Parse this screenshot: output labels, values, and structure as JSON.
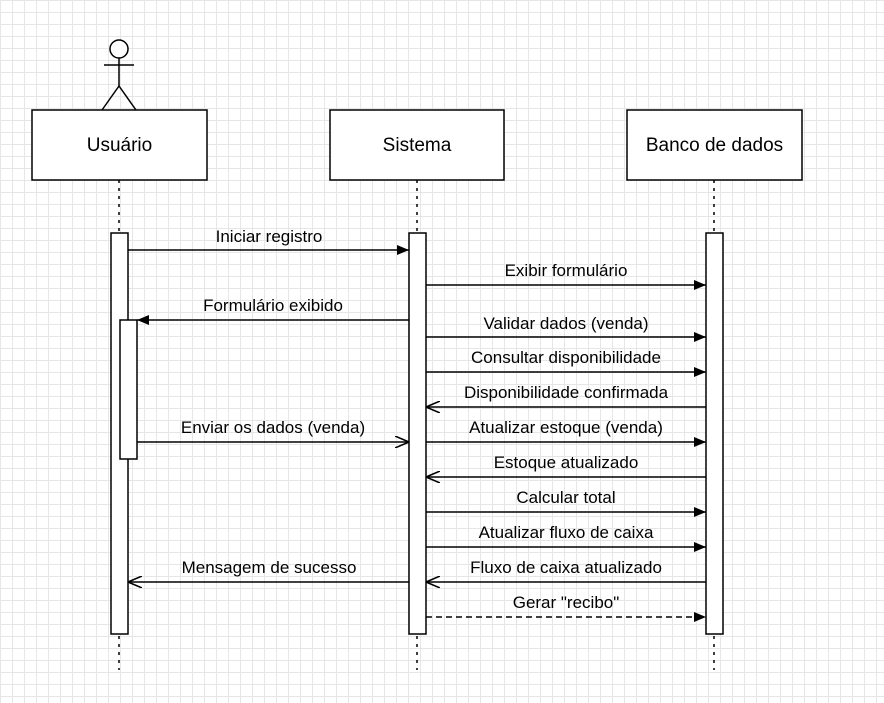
{
  "participants": [
    {
      "id": "usuario",
      "label": "Usuário",
      "actor": true
    },
    {
      "id": "sistema",
      "label": "Sistema",
      "actor": false
    },
    {
      "id": "banco",
      "label": "Banco de dados",
      "actor": false
    }
  ],
  "messages": [
    {
      "from": "usuario",
      "to": "sistema",
      "label": "Iniciar registro",
      "style": "solid",
      "head": "filled"
    },
    {
      "from": "sistema",
      "to": "banco",
      "label": "Exibir formulário",
      "style": "solid",
      "head": "filled"
    },
    {
      "from": "sistema",
      "to": "usuario",
      "label": "Formulário exibido",
      "style": "solid",
      "head": "filled"
    },
    {
      "from": "sistema",
      "to": "banco",
      "label": "Validar dados (venda)",
      "style": "solid",
      "head": "filled"
    },
    {
      "from": "sistema",
      "to": "banco",
      "label": "Consultar disponibilidade",
      "style": "solid",
      "head": "filled"
    },
    {
      "from": "banco",
      "to": "sistema",
      "label": "Disponibilidade confirmada",
      "style": "solid",
      "head": "open"
    },
    {
      "from": "usuario",
      "to": "sistema",
      "label": "Enviar os dados (venda)",
      "style": "solid",
      "head": "open"
    },
    {
      "from": "sistema",
      "to": "banco",
      "label": "Atualizar estoque (venda)",
      "style": "solid",
      "head": "filled"
    },
    {
      "from": "banco",
      "to": "sistema",
      "label": "Estoque atualizado",
      "style": "solid",
      "head": "open"
    },
    {
      "from": "sistema",
      "to": "banco",
      "label": "Calcular total",
      "style": "solid",
      "head": "filled"
    },
    {
      "from": "sistema",
      "to": "banco",
      "label": "Atualizar fluxo de caixa",
      "style": "solid",
      "head": "filled"
    },
    {
      "from": "banco",
      "to": "sistema",
      "label": "Fluxo de caixa atualizado",
      "style": "solid",
      "head": "open"
    },
    {
      "from": "sistema",
      "to": "usuario",
      "label": "Mensagem de sucesso",
      "style": "solid",
      "head": "open"
    },
    {
      "from": "sistema",
      "to": "banco",
      "label": "Gerar \"recibo\"",
      "style": "dashed",
      "head": "filled"
    }
  ]
}
